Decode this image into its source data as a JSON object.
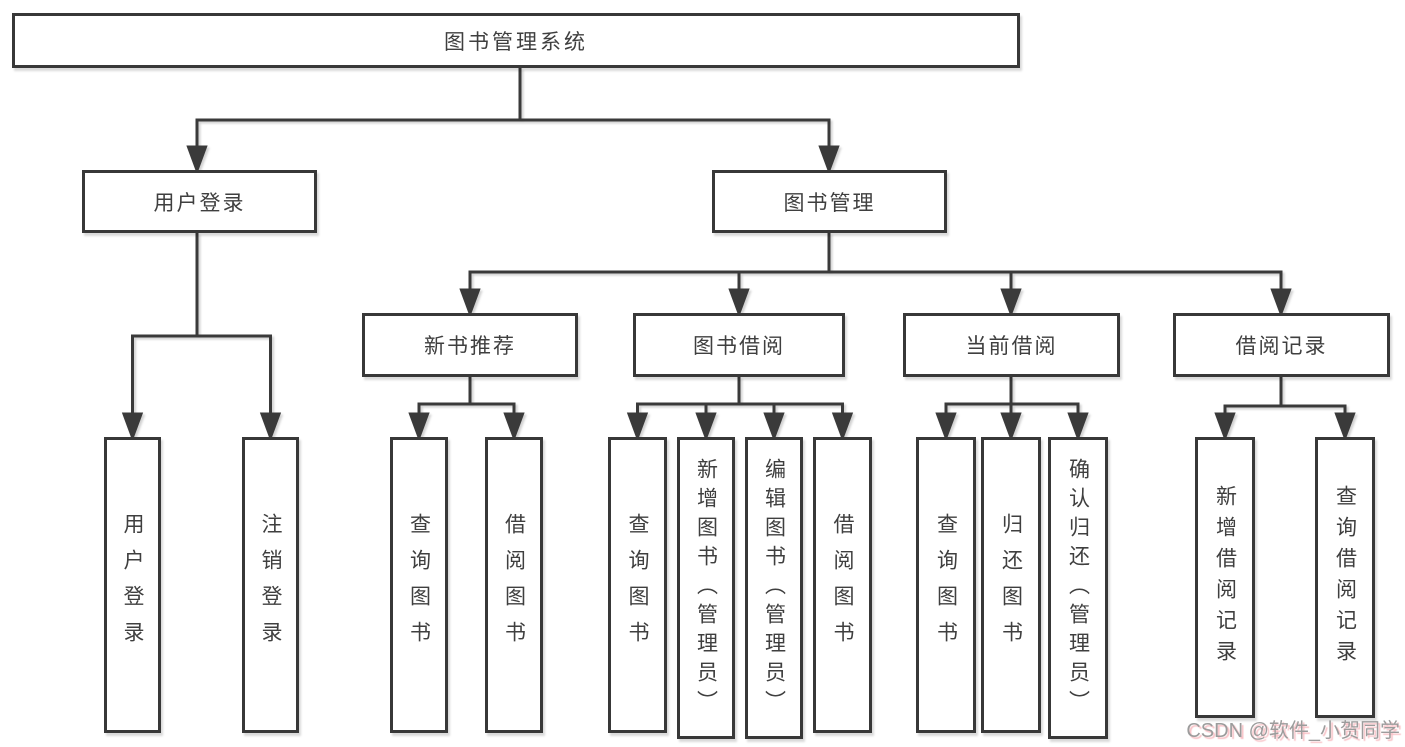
{
  "diagram": {
    "root_label": "图书管理系统",
    "level2": {
      "user_login": "用户登录",
      "book_management": "图书管理"
    },
    "level3": {
      "new_book_recommend": "新书推荐",
      "book_borrowing": "图书借阅",
      "current_borrowing": "当前借阅",
      "borrowing_records": "借阅记录"
    },
    "leaves": {
      "user_login": "用户登录",
      "logout": "注销登录",
      "recommend_query_books": "查询图书",
      "recommend_borrow_books": "借阅图书",
      "borrowing_query_books": "查询图书",
      "borrowing_add_books_admin": "新增图书（管理员）",
      "borrowing_edit_books_admin": "编辑图书（管理员）",
      "borrowing_borrow_books": "借阅图书",
      "current_query_books": "查询图书",
      "current_return_books": "归还图书",
      "current_confirm_return_admin": "确认归还（管理员）",
      "records_add_record": "新增借阅记录",
      "records_query_record": "查询借阅记录"
    }
  },
  "watermark": {
    "text": "CSDN @软件_小贺同学"
  },
  "colors": {
    "line": "#3a3a3a",
    "box_border": "#383838",
    "text": "#3f3f3f",
    "background": "#ffffff",
    "watermark_text": "#9c9c9c",
    "watermark_shadow": "#f28c96"
  }
}
